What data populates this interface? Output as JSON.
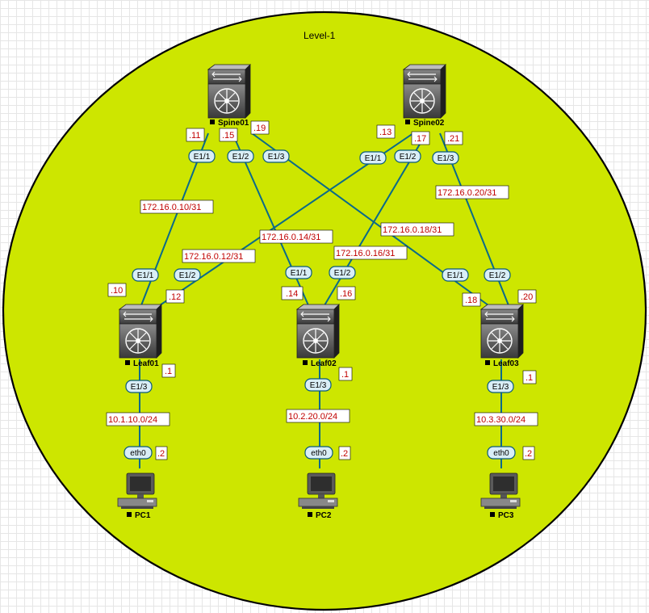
{
  "area": {
    "title": "Level-1",
    "fill": "#cde600"
  },
  "devices": [
    {
      "name": "Spine01",
      "icon": "nexus-switch-icon"
    },
    {
      "name": "Spine02",
      "icon": "nexus-switch-icon"
    },
    {
      "name": "Leaf01",
      "icon": "nexus-switch-icon"
    },
    {
      "name": "Leaf02",
      "icon": "nexus-switch-icon"
    },
    {
      "name": "Leaf03",
      "icon": "nexus-switch-icon"
    },
    {
      "name": "PC1",
      "icon": "workstation-icon"
    },
    {
      "name": "PC2",
      "icon": "workstation-icon"
    },
    {
      "name": "PC3",
      "icon": "workstation-icon"
    }
  ],
  "ports": {
    "spine01_e11": "E1/1",
    "spine01_e12": "E1/2",
    "spine01_e13": "E1/3",
    "spine02_e11": "E1/1",
    "spine02_e12": "E1/2",
    "spine02_e13": "E1/3",
    "leaf01_e11": "E1/1",
    "leaf01_e12": "E1/2",
    "leaf01_e13": "E1/3",
    "leaf02_e11": "E1/1",
    "leaf02_e12": "E1/2",
    "leaf02_e13": "E1/3",
    "leaf03_e11": "E1/1",
    "leaf03_e12": "E1/2",
    "leaf03_e13": "E1/3",
    "pc1_eth0": "eth0",
    "pc2_eth0": "eth0",
    "pc3_eth0": "eth0"
  },
  "subnets": {
    "s1_l1": "172.16.0.10/31",
    "s2_l1": "172.16.0.12/31",
    "s1_l2": "172.16.0.14/31",
    "s2_l2": "172.16.0.16/31",
    "s1_l3": "172.16.0.18/31",
    "s2_l3": "172.16.0.20/31",
    "l1_pc1": "10.1.10.0/24",
    "l2_pc2": "10.2.20.0/24",
    "l3_pc3": "10.3.30.0/24"
  },
  "host_ids": {
    "spine01_11": ".11",
    "spine01_15": ".15",
    "spine01_19": ".19",
    "spine02_13": ".13",
    "spine02_17": ".17",
    "spine02_21": ".21",
    "leaf01_10": ".10",
    "leaf01_12": ".12",
    "leaf01_1": ".1",
    "leaf02_14": ".14",
    "leaf02_16": ".16",
    "leaf02_1": ".1",
    "leaf03_18": ".18",
    "leaf03_20": ".20",
    "leaf03_1": ".1",
    "pc1_2": ".2",
    "pc2_2": ".2",
    "pc3_2": ".2"
  }
}
